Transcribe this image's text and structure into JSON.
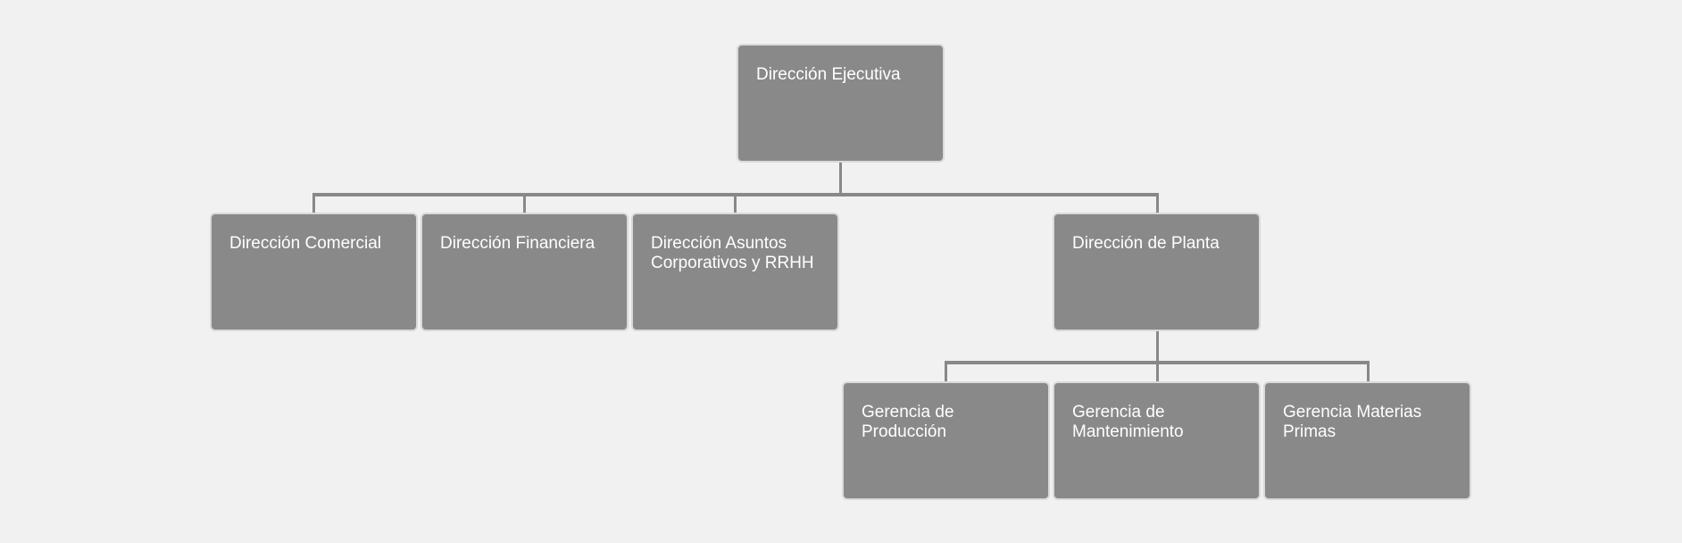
{
  "org_chart": {
    "colors": {
      "background": "#f1f1f1",
      "node_fill": "#89898a",
      "node_border": "#d9d9d9",
      "connector": "#888889",
      "node_text": "#ffffff"
    },
    "top": {
      "label": "Dirección Ejecutiva"
    },
    "directorates": [
      {
        "label": "Dirección Comercial"
      },
      {
        "label": "Dirección Financiera"
      },
      {
        "label": "Dirección Asuntos\nCorporativos y RRHH"
      },
      {
        "label": "Dirección de Planta"
      }
    ],
    "plant_managers": [
      {
        "label": "Gerencia de\nProducción"
      },
      {
        "label": "Gerencia de\nMantenimiento"
      },
      {
        "label": "Gerencia Materias\nPrimas"
      }
    ]
  }
}
